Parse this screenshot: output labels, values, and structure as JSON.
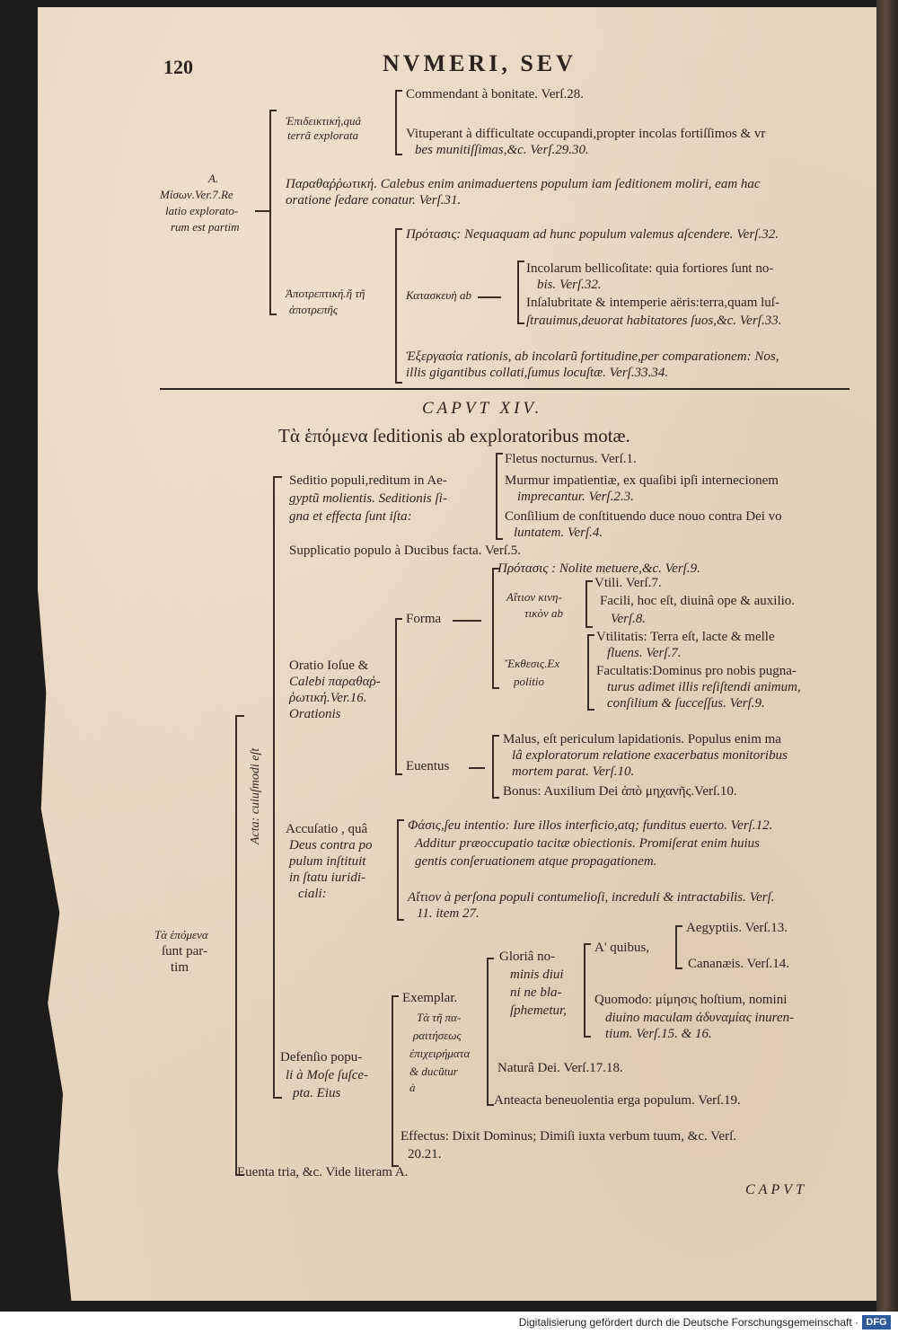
{
  "header": {
    "page_number": "120",
    "running_title": "NVMERI, SEV"
  },
  "part_a": {
    "root": [
      "A.",
      "Μίσων.Ver.7.Re",
      "latio explorato-",
      "rum est partim"
    ],
    "b1_label": [
      "Ἐπιδεικτική,quâ",
      "terrã explorata"
    ],
    "b1_items": [
      [
        "Commendant à bonitate. Verſ.28."
      ],
      [
        "Vituperant à difficultate occupandi,propter incolas fortiſſimos & vr",
        "bes munitiſſimas,&c. Verſ.29.30."
      ]
    ],
    "b2": [
      "Παραθαῤῥωτική. Calebus enim animaduertens populum iam ſeditionem moliri, eam hac",
      "oratione ſedare conatur. Verſ.31."
    ],
    "b3_label": [
      "Ἀποτρεπτική.ἤ τῆ",
      "ἀποτρεπῆς"
    ],
    "b3_protasis": "Πρότασις: Nequaquam ad hunc populum valemus aſcendere. Verſ.32.",
    "b3_kataskeue": "Κατασκευὴ ab",
    "b3_k_items": [
      [
        "Incolarum bellicoſitate: quia fortiores ſunt no-",
        "bis. Verſ.32."
      ],
      [
        "Inſalubritate & intemperie aëris:terra,quam luſ-",
        "ſtrauimus,deuorat habitatores ſuos,&c. Verſ.33."
      ]
    ],
    "b3_ergasia": [
      "Ἐξεργασία rationis, ab incolarũ fortitudine,per comparationem: Nos,",
      "illis gigantibus collati,ſumus locuſtæ. Verſ.33.34."
    ]
  },
  "chapter": {
    "caput": "CAPVT XIV.",
    "subtitle": "Τὰ ἑπόμενα ſeditionis ab exploratoribus motæ."
  },
  "part_b": {
    "root": [
      "Τὰ ἑπόμενα",
      "ſunt par-",
      "tim"
    ],
    "acta": "Acta: cuiuſmodi eſt",
    "seditio_label": [
      "Seditio populi,reditum in Ae-",
      "gyptũ molientis. Seditionis ſi-",
      "gna et effecta ſunt iſta:"
    ],
    "seditio_items": [
      [
        "Fletus nocturnus. Verſ.1."
      ],
      [
        "Murmur impatientiæ, ex quaſibi ipſi internecionem",
        "imprecantur. Verſ.2.3."
      ],
      [
        "Conſilium de conſtituendo duce nouo contra Dei vo",
        "luntatem. Verſ.4."
      ]
    ],
    "supplicatio": "Supplicatio populo à Ducibus facta. Verſ.5.",
    "oratio_label": [
      "Oratio Ioſue &",
      "Calebi παραθαῤ-",
      "ῥωτική.Ver.16.",
      "Orationis"
    ],
    "forma": "Forma",
    "forma_protasis": "Πρότασις : Nolite metuere,&c. Verſ.9.",
    "aition_label": [
      "Αἴτιον κινη-",
      "τικὸν ab"
    ],
    "aition_items": [
      [
        "Vtili. Verſ.7."
      ],
      [
        "Facili, hoc eſt, diuinâ ope & auxilio.",
        "Verſ.8."
      ]
    ],
    "exthesis_label": [
      "Ἔκθεσις.Ex",
      "politio"
    ],
    "exthesis_items": [
      [
        "Vtilitatis: Terra eſt, lacte & melle",
        "fluens. Verſ.7."
      ],
      [
        "Facultatis:Dominus pro nobis pugna-",
        "turus adimet illis reſiſtendi animum,",
        "conſilium & ſucceſſus. Verſ.9."
      ]
    ],
    "eventus": "Euentus",
    "eventus_items": [
      [
        "Malus, eſt periculum lapidationis. Populus enim ma",
        "lâ exploratorum relatione exacerbatus monitoribus",
        "mortem parat. Verſ.10."
      ],
      [
        "Bonus: Auxilium Dei ἀπὸ μηχανῆς.Verſ.10."
      ]
    ],
    "accusatio_label": [
      "Accuſatio , quâ",
      "Deus contra po",
      "pulum inſtituit",
      "in ſtatu iuridi-",
      "ciali:"
    ],
    "accusatio_items": [
      [
        "Φάσις,ſeu intentio: Iure illos interficio,atq; funditus euerto. Verſ.12.",
        "Additur præoccupatio tacitæ obiectionis. Promiſerat enim huius",
        "gentis conſeruationem atque propagationem."
      ],
      [
        "Αἴτιον à perſona populi contumelioſi, increduli & intractabilis. Verſ.",
        "11. item 27."
      ]
    ],
    "defensio_label": [
      "Defenſio popu-",
      "li à Moſe ſuſce-",
      "pta. Eius"
    ],
    "exemplar_label": [
      "Exemplar.",
      "Τὰ τῆ πα-",
      "ραιτήσεως",
      "ἐπιχειρήματα",
      "& ducũtur",
      "à"
    ],
    "gloria_label": [
      "Gloriâ no-",
      "minis diui",
      "ni ne bla-",
      "ſphemetur,"
    ],
    "a_quibus": "A' quibus,",
    "a_quibus_items": [
      "Aegyptiis. Verſ.13.",
      "Cananæis. Verſ.14."
    ],
    "quomodo": [
      "Quomodo: μίμησις hoſtium, nomini",
      "diuino maculam ἀδυναμίας inuren-",
      "tium. Verſ.15. & 16."
    ],
    "natura": "Naturâ Dei. Verſ.17.18.",
    "anteacta": "Anteacta beneuolentia erga populum. Verſ.19.",
    "effectus": [
      "Effectus: Dixit Dominus; Dimiſi iuxta verbum tuum, &c. Verſ.",
      "20.21."
    ],
    "eventa": "Euenta tria, &c. Vide literam A.",
    "catchword": "CAPVT"
  },
  "footer": {
    "credit": "Digitalisierung gefördert durch die Deutsche Forschungsgemeinschaft ·",
    "logo": "DFG"
  }
}
